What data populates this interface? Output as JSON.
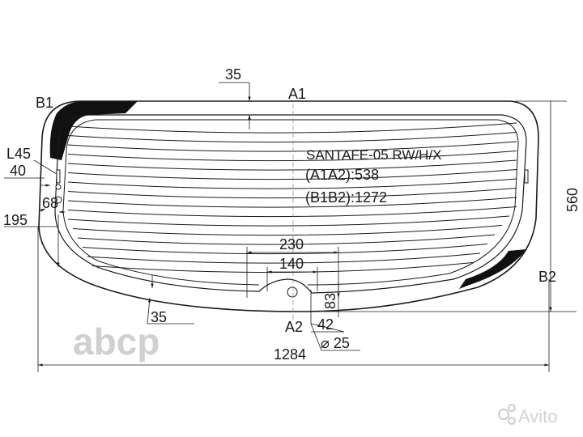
{
  "labels": {
    "a1": "A1",
    "a2": "A2",
    "b1": "B1",
    "b2": "B2",
    "l45": "L45",
    "dim_top_35": "35",
    "dim_40": "40",
    "dim_68": "68",
    "dim_195": "195",
    "dim_560": "560",
    "dim_230": "230",
    "dim_140": "140",
    "dim_83": "83",
    "dim_42": "42",
    "dim_diam_25": "⌀ 25",
    "dim_bottom_35": "35",
    "dim_1284": "1284"
  },
  "spec": {
    "model": "SANTAFE-05 RW/H/X",
    "a1a2": "(A1A2):538",
    "b1b2": "(B1B2):1272"
  },
  "watermarks": {
    "center": "abcp",
    "corner": "Avito"
  },
  "colors": {
    "line": "#1a1a1a",
    "ceramic_band": "#111111",
    "watermark": "#c8c8c8"
  }
}
